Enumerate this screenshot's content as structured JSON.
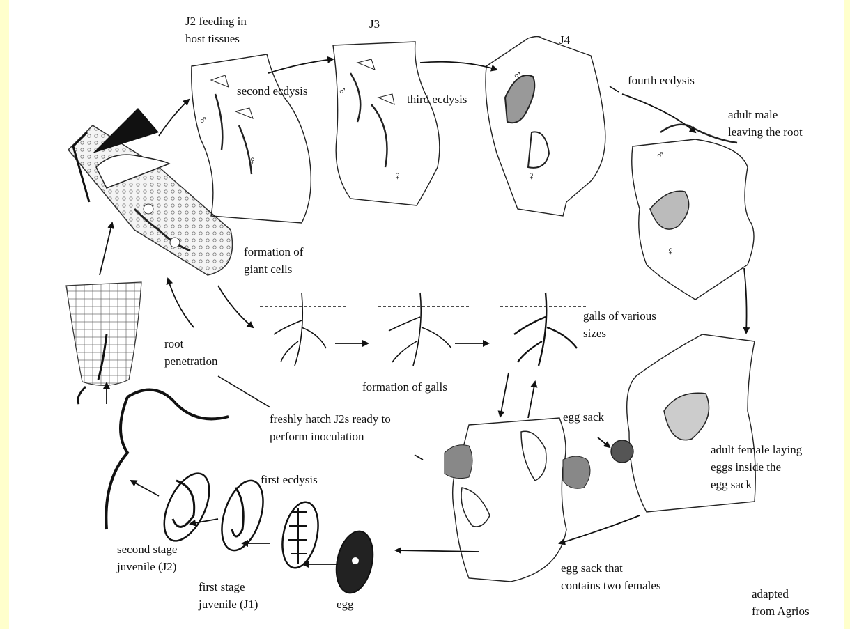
{
  "labels": {
    "j2_feeding": "J2 feeding in\nhost tissues",
    "j3": "J3",
    "j4": "J4",
    "second_ecdysis": "second ecdysis",
    "third_ecdysis": "third ecdysis",
    "fourth_ecdysis": "fourth ecdysis",
    "adult_male": "adult male\nleaving the root",
    "giant_cells": "formation of\ngiant cells",
    "galls_sizes": "galls of various\nsizes",
    "formation_galls": "formation of galls",
    "root_penetration": "root\npenetration",
    "freshly_hatch": "freshly hatch J2s ready to\nperform inoculation",
    "egg_sack": "egg sack",
    "adult_female": "adult female laying\neggs inside the\negg sack",
    "egg_sack_two": "egg sack that\ncontains two females",
    "adapted": "adapted\nfrom Agrios",
    "first_ecdysis": "first ecdysis",
    "second_stage": "second stage\njuvenile (J2)",
    "first_stage": "first stage\njuvenile (J1)",
    "egg": "egg"
  },
  "symbols": {
    "male": "♂",
    "female": "♀"
  }
}
